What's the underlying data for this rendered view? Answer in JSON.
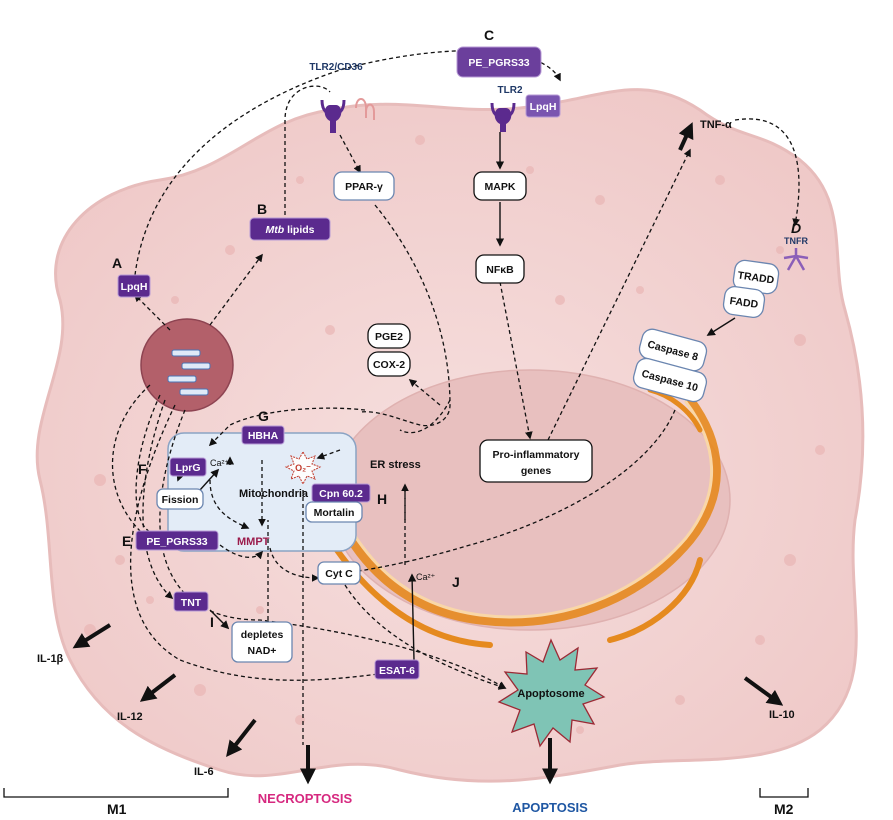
{
  "letters": {
    "a": "A",
    "b": "B",
    "c": "C",
    "d": "D",
    "e": "E",
    "f": "F",
    "g": "G",
    "h": "H",
    "i": "I",
    "j": "J"
  },
  "molecules": {
    "lpqh_a": "LpqH",
    "mtb_lipids_em": "Mtb",
    "mtb_lipids_rest": " lipids",
    "pe_pgrs33_top": "PE_PGRS33",
    "lpqh_c": "LpqH",
    "hbha": "HBHA",
    "lprg": "LprG",
    "cpn602": "Cpn 60.2",
    "pe_pgrs33_e": "PE_PGRS33",
    "tnt": "TNT",
    "esat6": "ESAT-6"
  },
  "receptors": {
    "tlr2_cd36": "TLR2/CD36",
    "tlr2": "TLR2",
    "tnfr": "TNFR",
    "tnf_alpha": "TNF-α"
  },
  "boxes": {
    "ppar": "PPAR-γ",
    "mapk": "MAPK",
    "nfkb": "NFκB",
    "pge2": "PGE2",
    "cox2": "COX-2",
    "pro_inflam_1": "Pro-inflammatory",
    "pro_inflam_2": "genes",
    "tradd": "TRADD",
    "fadd": "FADD",
    "casp8": "Caspase 8",
    "casp10": "Caspase 10",
    "fission": "Fission",
    "mortalin": "Mortalin",
    "cytc": "Cyt C",
    "depletes_1": "depletes",
    "depletes_2": "NAD+"
  },
  "labels": {
    "mitochondria": "Mitochondria",
    "mmpt": "MMPT",
    "er_stress": "ER stress",
    "ca_mito": "Ca²⁺",
    "ca_er": "Ca²⁺",
    "o2": "O₂⁻",
    "apoptosome": "Apoptosome"
  },
  "outcomes": {
    "necroptosis": "NECROPTOSIS",
    "apoptosis": "APOPTOSIS"
  },
  "cytokines": {
    "il1b": "IL-1β",
    "il12": "IL-12",
    "il6": "IL-6",
    "il10": "IL-10"
  },
  "groups": {
    "m1": "M1",
    "m2": "M2"
  },
  "colors": {
    "cell": "#f2d4d3",
    "cell_edge": "#e7bcbb",
    "nucleus": "#e8c0bf",
    "molecule": "#5b2a8e",
    "mitochondrion": "#e3ecf7",
    "er": "#e58a1f",
    "apoptosome": "#7fc4b5",
    "necroptosis": "#d6287f",
    "apoptosis": "#1f57a3",
    "mmpt": "#9b1b4b",
    "phagosome": "#b3606a"
  }
}
